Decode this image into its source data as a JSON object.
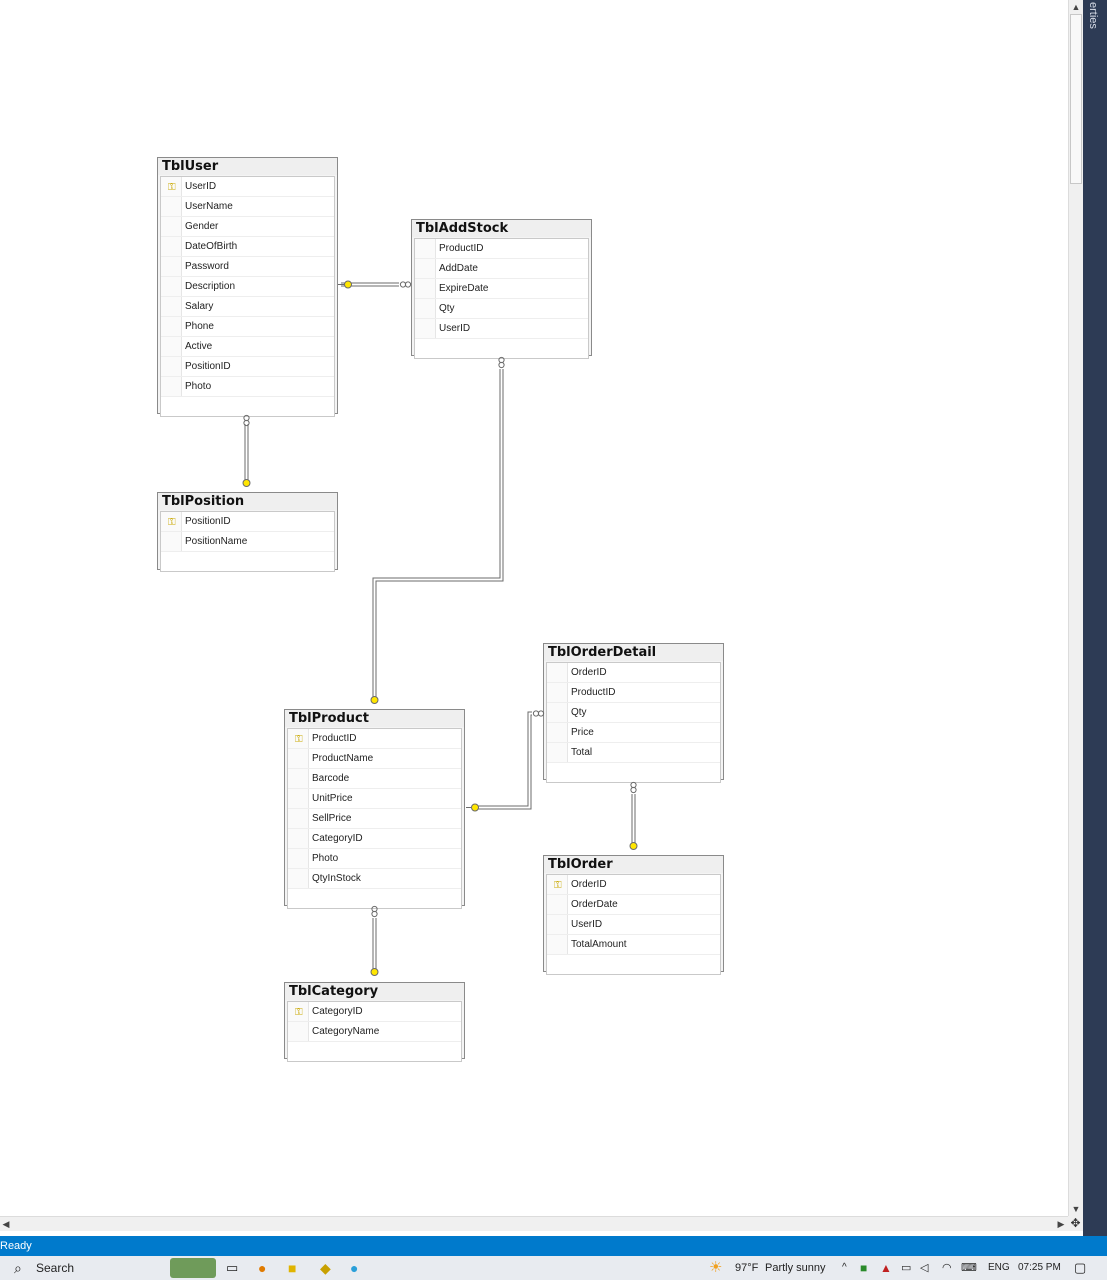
{
  "tables": {
    "user": {
      "title": "TblUser",
      "columns": [
        "UserID",
        "UserName",
        "Gender",
        "DateOfBirth",
        "Password",
        "Description",
        "Salary",
        "Phone",
        "Active",
        "PositionID",
        "Photo"
      ],
      "key": "UserID"
    },
    "addstock": {
      "title": "TblAddStock",
      "columns": [
        "ProductID",
        "AddDate",
        "ExpireDate",
        "Qty",
        "UserID"
      ],
      "key": ""
    },
    "position": {
      "title": "TblPosition",
      "columns": [
        "PositionID",
        "PositionName"
      ],
      "key": "PositionID"
    },
    "orderdetail": {
      "title": "TblOrderDetail",
      "columns": [
        "OrderID",
        "ProductID",
        "Qty",
        "Price",
        "Total"
      ],
      "key": ""
    },
    "product": {
      "title": "TblProduct",
      "columns": [
        "ProductID",
        "ProductName",
        "Barcode",
        "UnitPrice",
        "SellPrice",
        "CategoryID",
        "Photo",
        "QtyInStock"
      ],
      "key": "ProductID"
    },
    "order": {
      "title": "TblOrder",
      "columns": [
        "OrderID",
        "OrderDate",
        "UserID",
        "TotalAmount"
      ],
      "key": "OrderID"
    },
    "category": {
      "title": "TblCategory",
      "columns": [
        "CategoryID",
        "CategoryName"
      ],
      "key": "CategoryID"
    }
  },
  "side_panel_label": "erties",
  "status": {
    "text": "Ready"
  },
  "taskbar": {
    "search": "Search",
    "weather_temp": "97°F",
    "weather_desc": "Partly sunny",
    "language": "ENG",
    "time": "07:25 PM"
  },
  "colors": {
    "key": "#d4b800",
    "connector": "#6b6b6b",
    "status_bar": "#007acc"
  }
}
